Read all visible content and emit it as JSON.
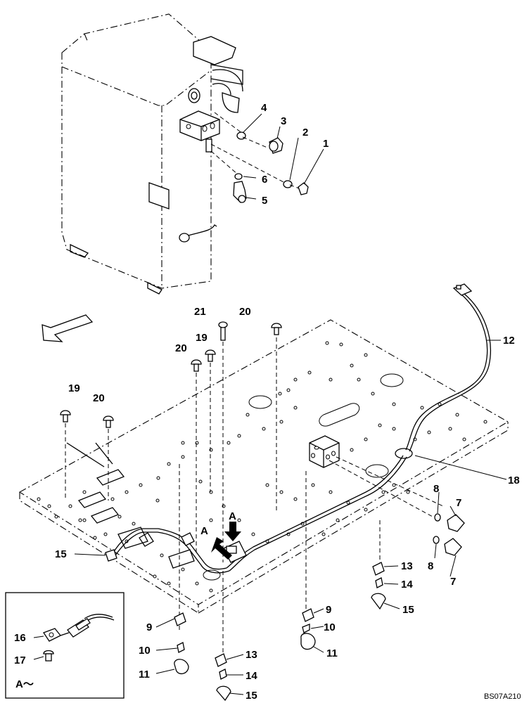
{
  "diagram": {
    "callouts": [
      "1",
      "2",
      "3",
      "4",
      "5",
      "6",
      "7",
      "8",
      "9",
      "10",
      "11",
      "12",
      "13",
      "14",
      "15",
      "16",
      "17",
      "18",
      "19",
      "20",
      "21"
    ],
    "view_marker": "A",
    "inset_label": "A～",
    "drawing_code": "BS07A210"
  }
}
